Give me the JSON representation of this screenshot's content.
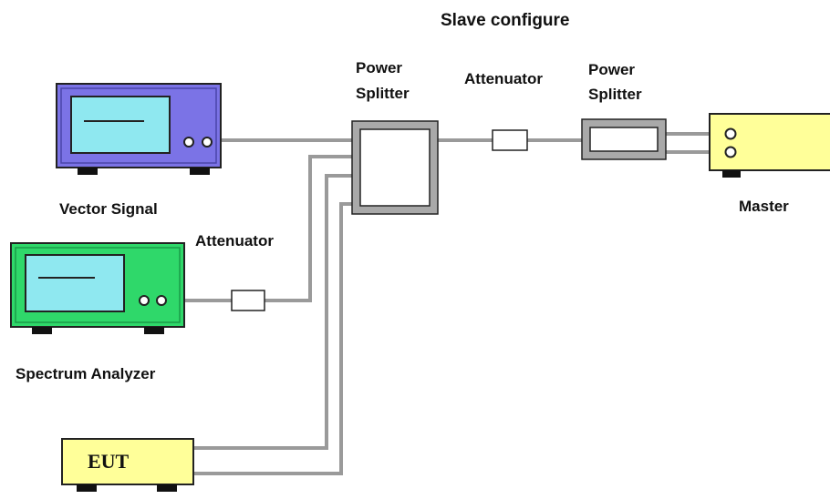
{
  "title": "Slave configure",
  "labels": {
    "power_splitter_1": [
      "Power",
      "Splitter"
    ],
    "attenuator_top": "Attenuator",
    "power_splitter_2": [
      "Power",
      "Splitter"
    ],
    "vector_signal": "Vector Signal",
    "master": "Master",
    "attenuator_left": "Attenuator",
    "spectrum_analyzer": "Spectrum Analyzer",
    "eut": "EUT"
  },
  "colors": {
    "vector_signal_body": "#7b73e6",
    "screen": "#8fe8f0",
    "spectrum_body": "#2fd86a",
    "master_body": "#ffff99",
    "eut_body": "#ffff99",
    "cable": "#9a9a9a",
    "splitter_frame": "#a9a9a9"
  }
}
